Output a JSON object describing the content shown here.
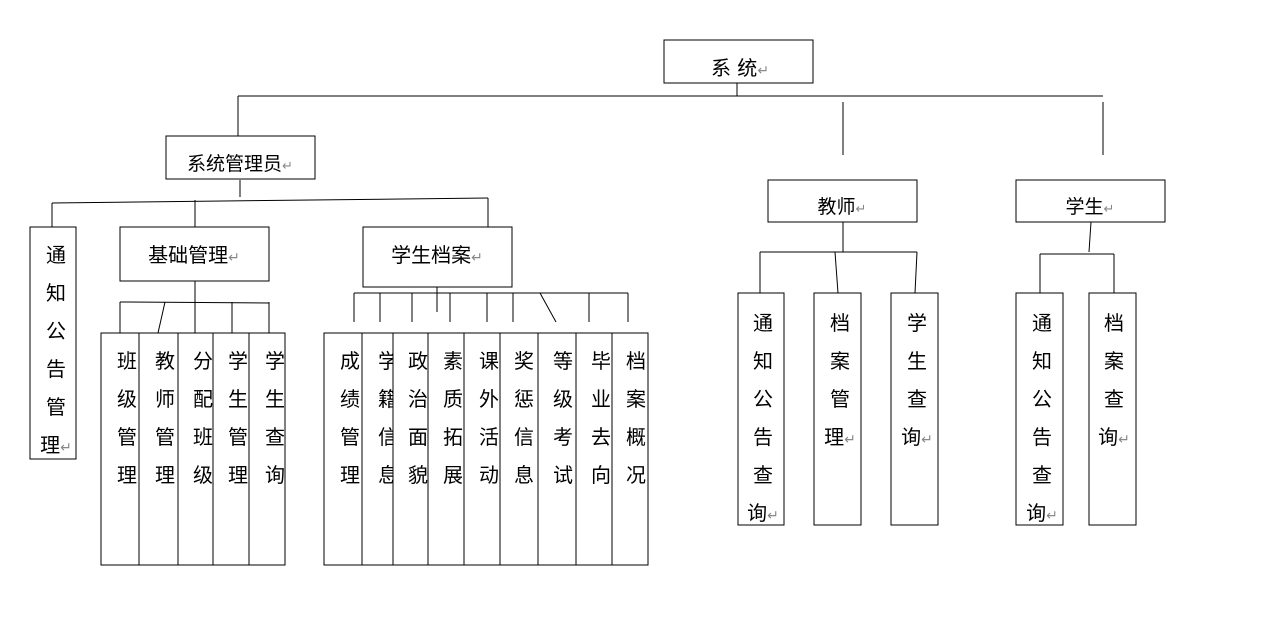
{
  "return_mark": "↵",
  "nodes": {
    "root": "系 统",
    "admin": "系统管理员",
    "teacher": "教师",
    "student": "学生",
    "admin_notice": "通知公告管理",
    "basic": "基础管理",
    "archive": "学生档案",
    "class_mgmt": "班级管理",
    "teacher_mgmt": "教师管理",
    "assign_class": "分配班级",
    "student_mgmt": "学生管理",
    "student_query": "学生查询",
    "grades": "成绩管理",
    "enrollment": "学籍信息",
    "political": "政治面貌",
    "quality": "素质拓展",
    "activities": "课外活动",
    "rewards": "奖惩信息",
    "exams": "等级考试",
    "graduation": "毕业去向",
    "overview": "档案概况",
    "t_notice": "通知公告查询",
    "t_archive": "档案管理",
    "t_student": "学生查询",
    "s_notice": "通知公告查询",
    "s_archive": "档案查询"
  }
}
